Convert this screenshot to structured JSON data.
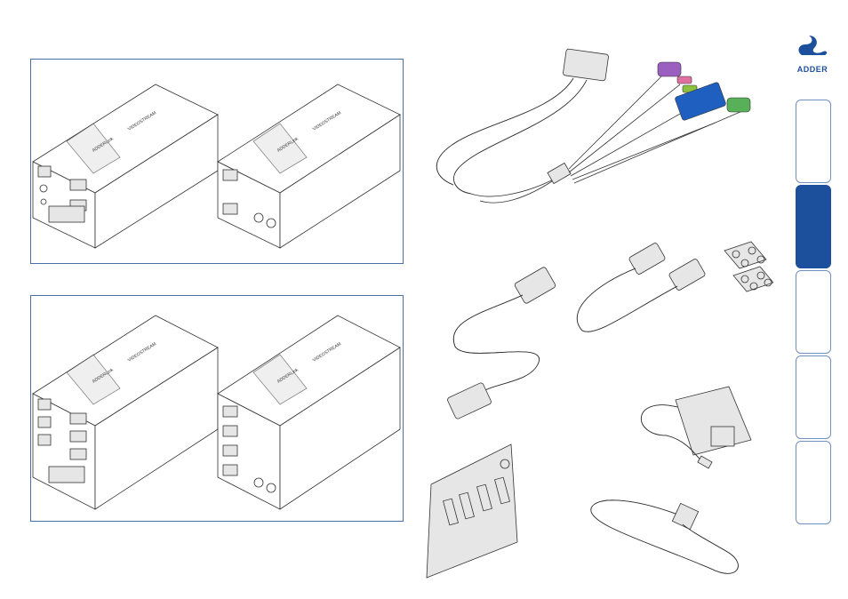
{
  "brand": {
    "logo_text": "ADDER"
  },
  "products": {
    "unit_label_main": "ADDERLink",
    "unit_label_sub": "VIDEOSTREAM"
  },
  "nav": {
    "tabs": [
      {
        "active": false
      },
      {
        "active": true
      },
      {
        "active": false
      },
      {
        "active": false
      },
      {
        "active": false
      }
    ]
  },
  "colors": {
    "accent": "#1c4f9c",
    "tab_border": "#6f8fc0",
    "frame_border": "#4a6fa5",
    "vga_blue": "#1f5fbf",
    "ps2_purple": "#9b5fc0",
    "ps2_green": "#58b058",
    "audio_pink": "#e070a0",
    "audio_green": "#8cc040"
  }
}
